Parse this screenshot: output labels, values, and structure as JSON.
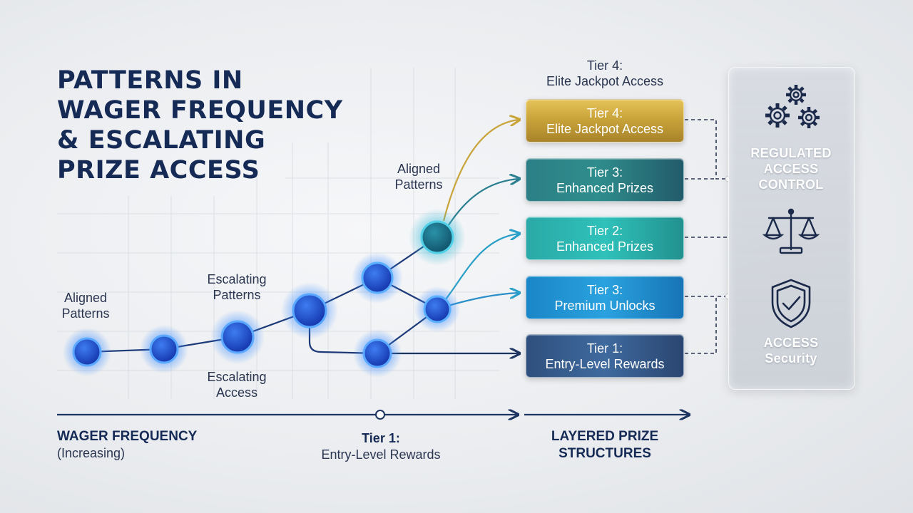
{
  "title": {
    "line1": "PATTERNS IN",
    "line2": "WAGER FREQUENCY",
    "line3": "& ESCALATING",
    "line4": "PRIZE ACCESS"
  },
  "path_labels": {
    "aligned_left": {
      "line1": "Aligned",
      "line2": "Patterns"
    },
    "escalating_patterns": {
      "line1": "Escalating",
      "line2": "Patterns"
    },
    "escalating_access": {
      "line1": "Escalating",
      "line2": "Access"
    },
    "aligned_top": {
      "line1": "Aligned",
      "line2": "Patterns"
    }
  },
  "top_label": {
    "line1": "Tier 4:",
    "line2": "Elite Jackpot Access"
  },
  "tiers": [
    {
      "line1": "Tier 4:",
      "line2": "Elite Jackpot Access",
      "color": "#c9a43a"
    },
    {
      "line1": "Tier 3:",
      "line2": "Enhanced Prizes",
      "color": "#2f8a8c"
    },
    {
      "line1": "Tier 2:",
      "line2": "Enhanced Prizes",
      "color": "#2bb5b0"
    },
    {
      "line1": "Tier 3:",
      "line2": "Premium Unlocks",
      "color": "#1f8fd0"
    },
    {
      "line1": "Tier 1:",
      "line2": "Entry-Level Rewards",
      "color": "#3a5f8f"
    }
  ],
  "panel": {
    "regulated": {
      "line1": "REGULATED",
      "line2": "ACCESS",
      "line3": "CONTROL"
    },
    "security": {
      "line1": "ACCESS",
      "line2": "Security"
    },
    "icons": [
      "gears-icon",
      "scales-icon",
      "shield-check-icon"
    ]
  },
  "bottom": {
    "wager": {
      "line1": "WAGER FREQUENCY",
      "line2": "(Increasing)"
    },
    "tier1": {
      "line1": "Tier 1:",
      "line2": "Entry-Level Rewards"
    },
    "layered": {
      "line1": "LAYERED PRIZE",
      "line2": "STRUCTURES"
    }
  },
  "colors": {
    "navy": "#152a55",
    "node_blue": "#1f56d8",
    "node_glow": "#3b8cff",
    "teal_node": "#1d7f9a",
    "gold": "#c9a43a"
  }
}
